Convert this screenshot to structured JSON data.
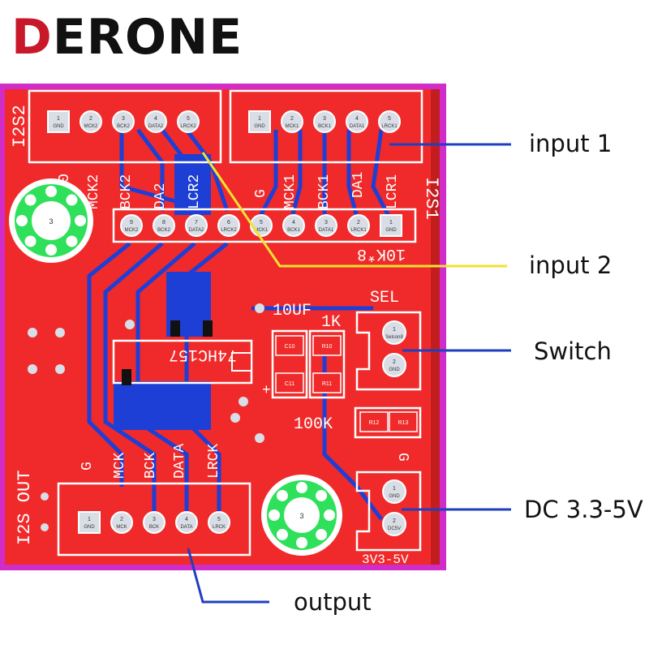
{
  "brand": {
    "first": "D",
    "rest": "ERONE",
    "accent_color": "#c8182a",
    "text_color": "#111111"
  },
  "colors": {
    "board": "#f02a2a",
    "outline": "#d12bc8",
    "trace": "#1d3fd6",
    "pad": "#d9dee6",
    "silk": "#ffffff",
    "standoff": "#2ee05a",
    "callout_blue": "#1f3fbf",
    "callout_yellow": "#f2e233"
  },
  "callouts": {
    "input1": "input 1",
    "input2": "input 2",
    "switch": "Switch",
    "dc": "DC 3.3-5V",
    "output": "output"
  },
  "silk": {
    "i2s2": "I2S2",
    "i2s1": "I2S1",
    "i2s_out": "I2S OUT",
    "g_left": "G",
    "g_mid": "G",
    "g_out": "G",
    "g_dc": "G",
    "mck2": "MCK2",
    "bck2": "BCK2",
    "da2": "DA2",
    "lcr2": "LCR2",
    "mck1": "MCK1",
    "bck1": "BCK1",
    "da1": "DA1",
    "lcr1": "LCR1",
    "mck": "MCK",
    "bck": "BCK",
    "data": "DATA",
    "lrck": "LRCK",
    "res_10k": "10K*8",
    "cap_10uf": "10UF",
    "res_1k": "1K",
    "res_100k": "100K",
    "sel": "SEL",
    "chip": "74HC157",
    "plus": "+",
    "volt": "3V3-5V"
  },
  "connectors": {
    "i2s2": [
      {
        "num": "1",
        "name": "GND"
      },
      {
        "num": "2",
        "name": "MCK2"
      },
      {
        "num": "3",
        "name": "BCK2"
      },
      {
        "num": "4",
        "name": "DATA2"
      },
      {
        "num": "5",
        "name": "LRCK2"
      }
    ],
    "i2s1": [
      {
        "num": "1",
        "name": "GND"
      },
      {
        "num": "2",
        "name": "MCK1"
      },
      {
        "num": "3",
        "name": "BCK1"
      },
      {
        "num": "4",
        "name": "DATA1"
      },
      {
        "num": "5",
        "name": "LRCK1"
      }
    ],
    "header": [
      {
        "num": "9",
        "name": "MCK2"
      },
      {
        "num": "8",
        "name": "BCK2"
      },
      {
        "num": "7",
        "name": "DATA2"
      },
      {
        "num": "6",
        "name": "LRCK2"
      },
      {
        "num": "5",
        "name": "MCK1"
      },
      {
        "num": "4",
        "name": "BCK1"
      },
      {
        "num": "3",
        "name": "DATA1"
      },
      {
        "num": "2",
        "name": "LRCK1"
      },
      {
        "num": "1",
        "name": "GND"
      }
    ],
    "output": [
      {
        "num": "1",
        "name": "GND"
      },
      {
        "num": "2",
        "name": "MCK"
      },
      {
        "num": "3",
        "name": "BCK"
      },
      {
        "num": "4",
        "name": "DATA"
      },
      {
        "num": "5",
        "name": "LRCK"
      }
    ],
    "switch": [
      {
        "num": "1",
        "name": "Selcon8"
      },
      {
        "num": "2",
        "name": "GND"
      }
    ],
    "dc": [
      {
        "num": "1",
        "name": "GND"
      },
      {
        "num": "2",
        "name": "DC5V"
      }
    ],
    "smd": {
      "c1": "C10",
      "c2": "C11",
      "r1": "R10",
      "r2": "R11",
      "r3": "R12",
      "r4": "R13"
    },
    "standoff_num": "3"
  }
}
